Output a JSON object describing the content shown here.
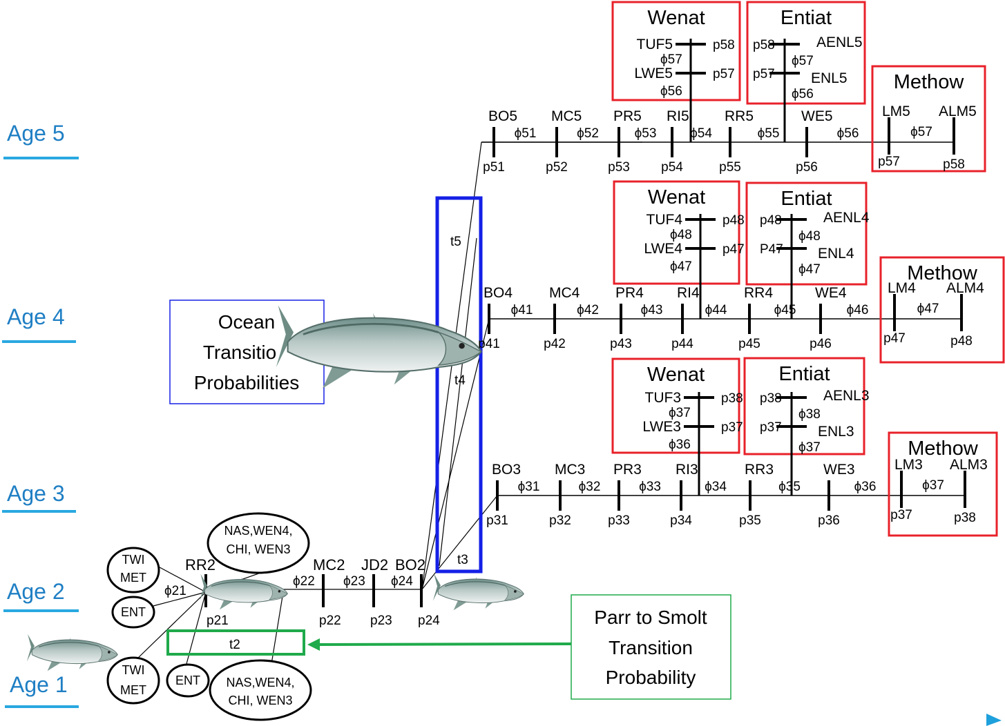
{
  "age_axis": {
    "labels": [
      "Age 5",
      "Age 4",
      "Age 3",
      "Age 2",
      "Age 1"
    ],
    "color": "#1f7fc4",
    "underline_color": "#29a8e0"
  },
  "colors": {
    "tributary_box": "#e8212a",
    "ocean_box": "#1520e6",
    "ocean_label_box": "#1520e6",
    "parr_box": "#1faa4b",
    "line": "#000000",
    "nav_arrow": "#1ea0dc"
  },
  "ocean": {
    "label_lines": [
      "Ocean",
      "Transitio",
      "Probabilities"
    ],
    "transition_labels": [
      "t5",
      "t4",
      "t3"
    ]
  },
  "parr": {
    "label_lines": [
      "Parr to Smolt",
      "Transition",
      "Probability"
    ],
    "transition_label": "t2"
  },
  "juvenile": {
    "age2_sources": [
      {
        "lines": [
          "TWI",
          "MET"
        ]
      },
      {
        "lines": [
          "ENT"
        ]
      },
      {
        "lines": [
          "NAS,WEN4,",
          "CHI, WEN3"
        ]
      }
    ],
    "age1_sources": [
      {
        "lines": [
          "TWI",
          "MET"
        ]
      },
      {
        "lines": [
          "ENT"
        ]
      },
      {
        "lines": [
          "NAS,WEN4,",
          "CHI, WEN3"
        ]
      }
    ],
    "sites": [
      "RR2",
      "MC2",
      "JD2",
      "BO2"
    ],
    "phis": [
      "ϕ21",
      "ϕ22",
      "ϕ23",
      "ϕ24"
    ],
    "ps": [
      "p21",
      "p22",
      "p23",
      "p24"
    ]
  },
  "age5": {
    "sites": [
      "BO5",
      "MC5",
      "PR5",
      "RI5",
      "RR5",
      "WE5"
    ],
    "phis": [
      "ϕ51",
      "ϕ52",
      "ϕ53",
      "ϕ54",
      "ϕ55",
      "ϕ56"
    ],
    "ps": [
      "p51",
      "p52",
      "p53",
      "p54",
      "p55",
      "p56"
    ],
    "wenat": {
      "title": "Wenat",
      "upper": "TUF5",
      "lower": "LWE5",
      "phi_upper": "ϕ57",
      "phi_lower": "ϕ56",
      "p_upper": "p58",
      "p_lower": "p57"
    },
    "entiat": {
      "title": "Entiat",
      "upper": "AENL5",
      "lower": "ENL5",
      "phi_upper": "ϕ57",
      "phi_lower": "ϕ56",
      "p_upper": "p58",
      "p_lower": "p57"
    },
    "methow": {
      "title": "Methow",
      "lower_site": "LM5",
      "upper_site": "ALM5",
      "phi": "ϕ57",
      "p_lower": "p57",
      "p_upper": "p58"
    }
  },
  "age4": {
    "sites": [
      "BO4",
      "MC4",
      "PR4",
      "RI4",
      "RR4",
      "WE4"
    ],
    "phis": [
      "ϕ41",
      "ϕ42",
      "ϕ43",
      "ϕ44",
      "ϕ45",
      "ϕ46"
    ],
    "ps": [
      "p41",
      "p42",
      "p43",
      "p44",
      "p45",
      "p46"
    ],
    "wenat": {
      "title": "Wenat",
      "upper": "TUF4",
      "lower": "LWE4",
      "phi_upper": "ϕ48",
      "phi_lower": "ϕ47",
      "p_upper": "p48",
      "p_lower": "p47"
    },
    "entiat": {
      "title": "Entiat",
      "upper": "AENL4",
      "lower": "ENL4",
      "phi_upper": "ϕ48",
      "phi_lower": "ϕ47",
      "p_upper": "p48",
      "p_lower": "P47"
    },
    "methow": {
      "title": "Methow",
      "lower_site": "LM4",
      "upper_site": "ALM4",
      "phi": "ϕ47",
      "p_lower": "p47",
      "p_upper": "p48"
    }
  },
  "age3": {
    "sites": [
      "BO3",
      "MC3",
      "PR3",
      "RI3",
      "RR3",
      "WE3"
    ],
    "phis": [
      "ϕ31",
      "ϕ32",
      "ϕ33",
      "ϕ34",
      "ϕ35",
      "ϕ36"
    ],
    "ps": [
      "p31",
      "p32",
      "p33",
      "p34",
      "p35",
      "p36"
    ],
    "wenat": {
      "title": "Wenat",
      "upper": "TUF3",
      "lower": "LWE3",
      "phi_upper": "ϕ37",
      "phi_lower": "ϕ36",
      "p_upper": "p38",
      "p_lower": "p37"
    },
    "entiat": {
      "title": "Entiat",
      "upper": "AENL3",
      "lower": "ENL3",
      "phi_upper": "ϕ38",
      "phi_lower": "ϕ37",
      "p_upper": "p38",
      "p_lower": "p37"
    },
    "methow": {
      "title": "Methow",
      "lower_site": "LM3",
      "upper_site": "ALM3",
      "phi": "ϕ37",
      "p_lower": "p37",
      "p_upper": "p38"
    }
  }
}
